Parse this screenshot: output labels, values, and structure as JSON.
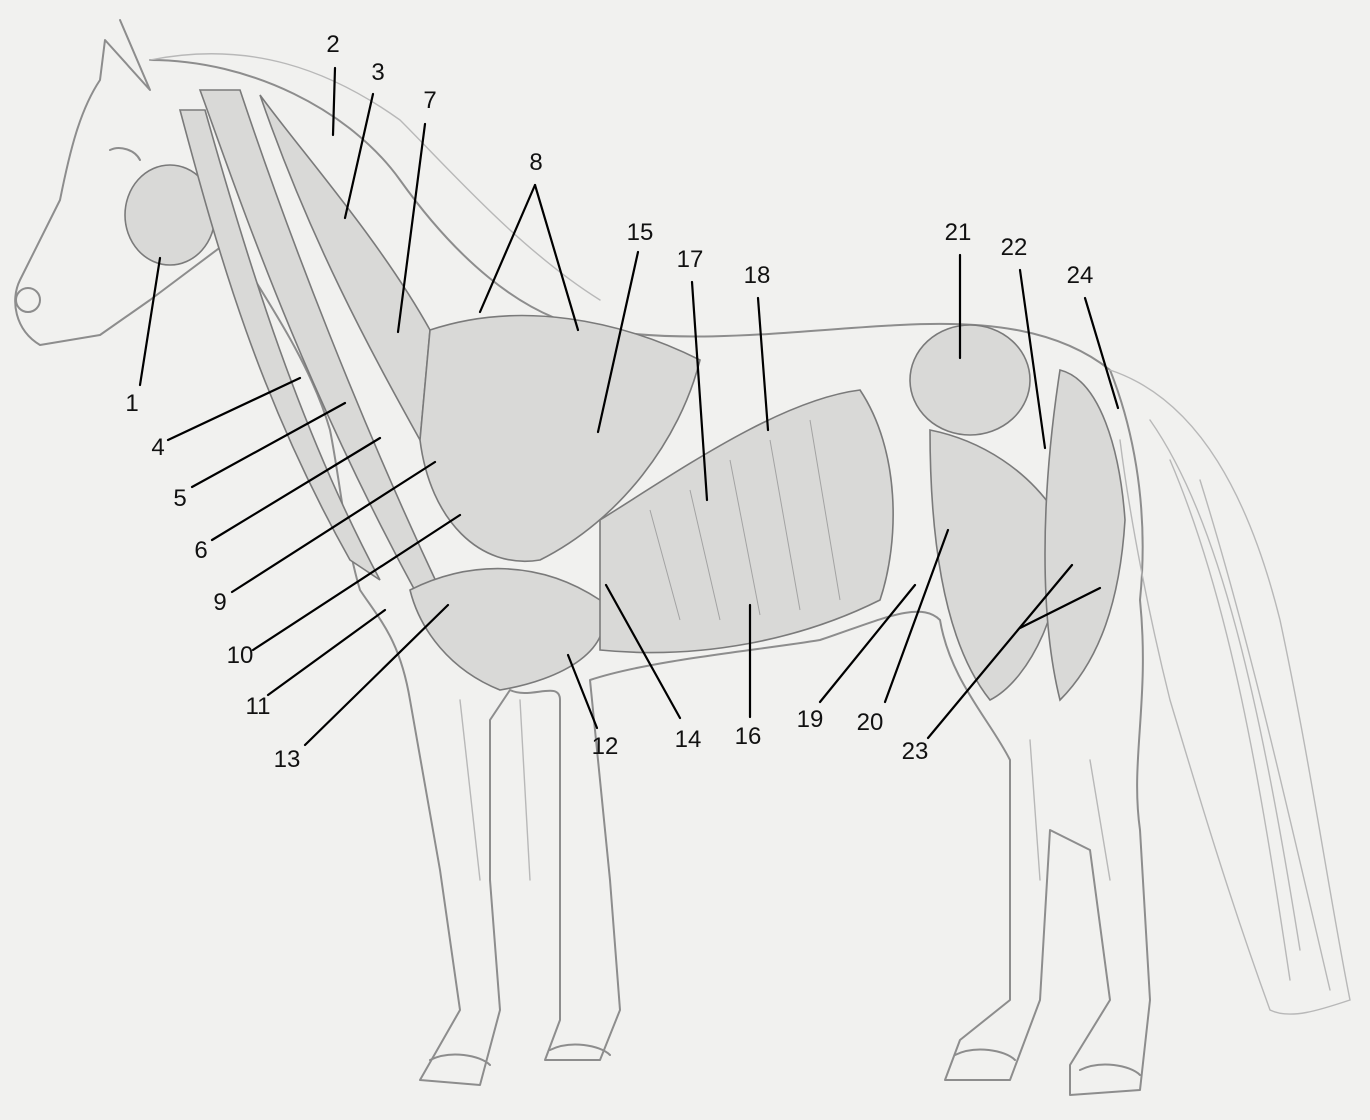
{
  "labels": [
    "1",
    "2",
    "3",
    "4",
    "5",
    "6",
    "7",
    "8",
    "9",
    "10",
    "11",
    "12",
    "13",
    "14",
    "15",
    "16",
    "17",
    "18",
    "19",
    "20",
    "21",
    "22",
    "23",
    "24"
  ],
  "colors": {
    "paper": "#f1f1ef",
    "pencil": "#8d8d8d",
    "leader": "#000000"
  }
}
